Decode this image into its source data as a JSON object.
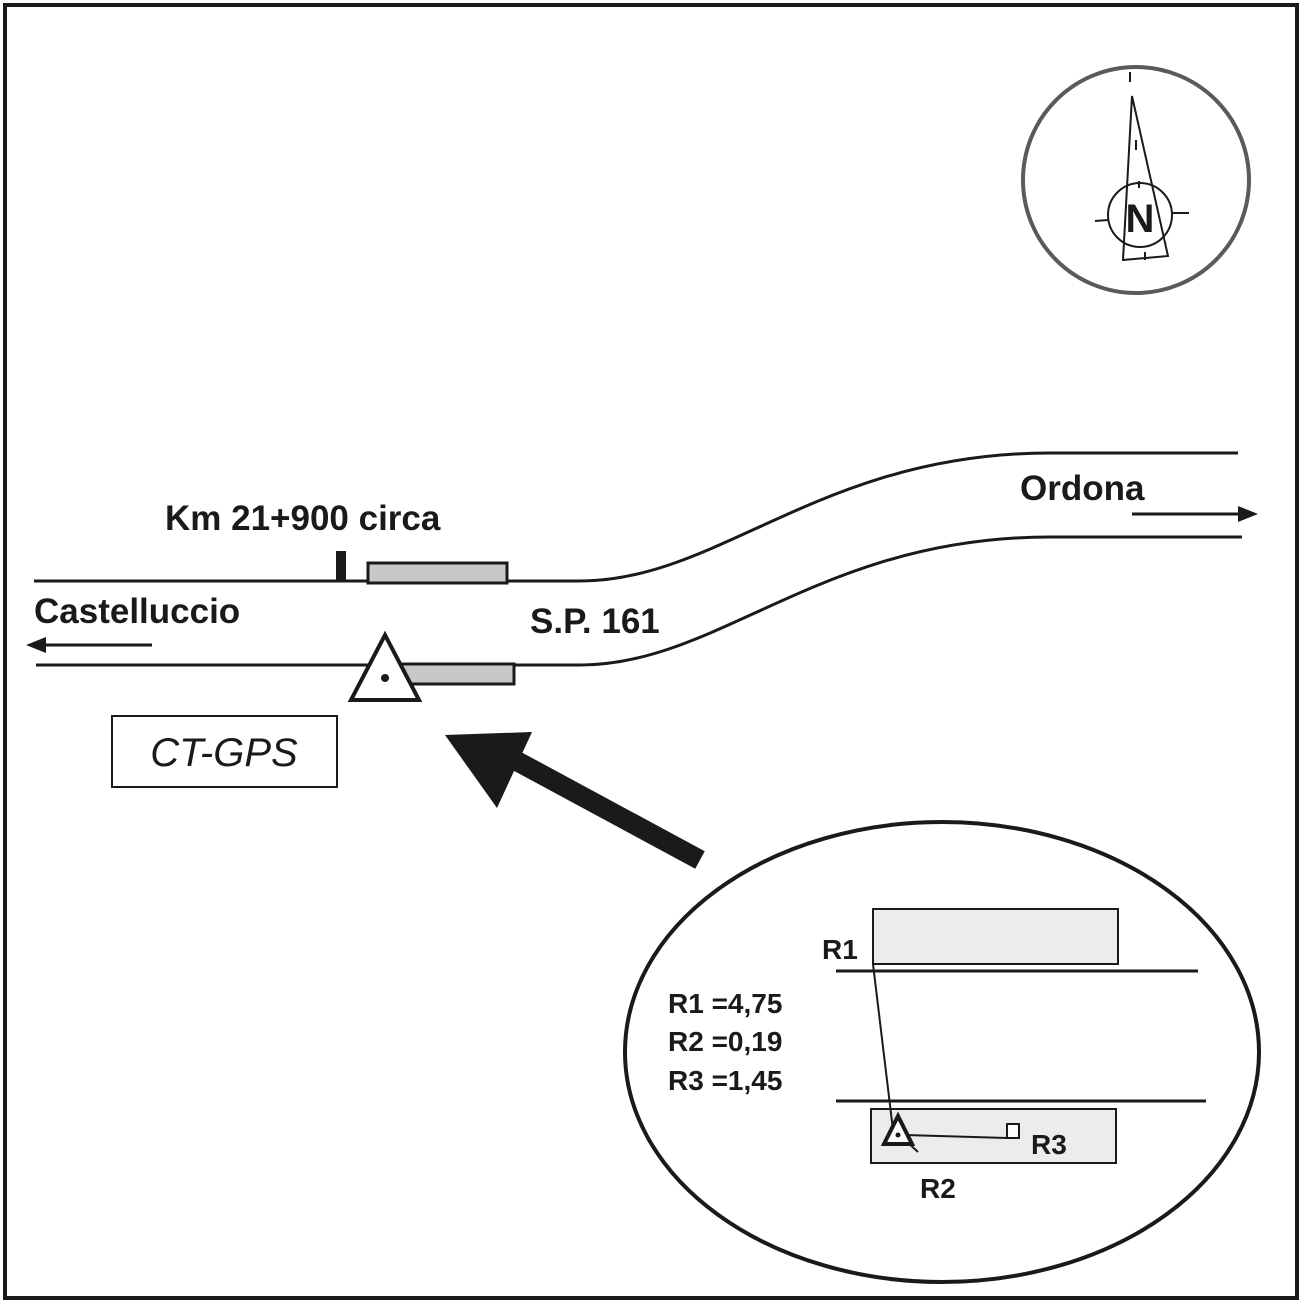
{
  "diagram": {
    "title": "Site location sketch – CT-GPS benchmark",
    "colors": {
      "ink": "#1a1a1a",
      "frame": "#1a1a1a",
      "compass_ring": "#5a5a5a",
      "building_fill": "#c8c8c8",
      "inset_building_fill": "#ececec",
      "background": "#ffffff"
    },
    "compass": {
      "letter": "N",
      "icon": "north-arrow-icon"
    },
    "road": {
      "name": "S.P. 161",
      "km_marker": "Km 21+900 circa",
      "direction_west": "Castelluccio",
      "direction_east": "Ordona"
    },
    "station": {
      "label": "CT-GPS",
      "icon": "benchmark-triangle-icon"
    },
    "inset": {
      "references": [
        {
          "id": "R1",
          "label": "R1",
          "distance": "4,75",
          "text": "R1 =4,75"
        },
        {
          "id": "R2",
          "label": "R2",
          "distance": "0,19",
          "text": "R2 =0,19"
        },
        {
          "id": "R3",
          "label": "R3",
          "distance": "1,45",
          "text": "R3 =1,45"
        }
      ]
    }
  }
}
